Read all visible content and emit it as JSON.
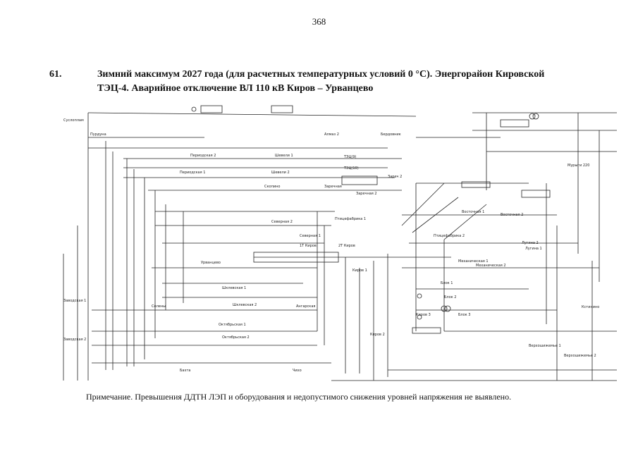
{
  "page": {
    "number": "368"
  },
  "heading": {
    "number": "61.",
    "line1": "Зимний максимум 2027 года (для расчетных температурных условий 0 °С). Энергорайон Кировской",
    "line2": "ТЭЦ-4. Аварийное отключение ВЛ 110 кВ Киров – Урванцево"
  },
  "diagram": {
    "labels": [
      "Суслоплам",
      "Пурдуна",
      "Периодская 2",
      "Периодская 1",
      "Шевели 1",
      "Шевели 2",
      "ТЭЦ(9)",
      "ТЭЦ(10)",
      "Заречная",
      "Заречная 2",
      "Скопино",
      "Северная 2",
      "Северная 1",
      "Шклевская 1",
      "Шклевская 2",
      "Урванцево",
      "1Т Киров",
      "2Т Киров",
      "Киров 1",
      "Киров 2",
      "Октябрьская 1",
      "Октябрьская 2",
      "Заводская 1",
      "Заводская 2",
      "Ангарская",
      "Механическая 1",
      "Механическая 2",
      "Восточная 1",
      "Восточная 2",
      "Птицефабрика 2",
      "Птицефабрика 1",
      "Лугина 2",
      "Лугина 1",
      "Блок 1",
      "Блок 2",
      "Блок 3",
      "Киров 3",
      "Бахта",
      "Чихо",
      "Кстинино",
      "Верхошижемье 1",
      "Верхошижемье 2",
      "Мурыги 220",
      "Бердовник",
      "Алмаз 2",
      "Селены",
      "Зареч 2"
    ]
  },
  "note": "Примечание. Превышения ДДТН ЛЭП и оборудования и недопустимого снижения уровней напряжения не выявлено."
}
